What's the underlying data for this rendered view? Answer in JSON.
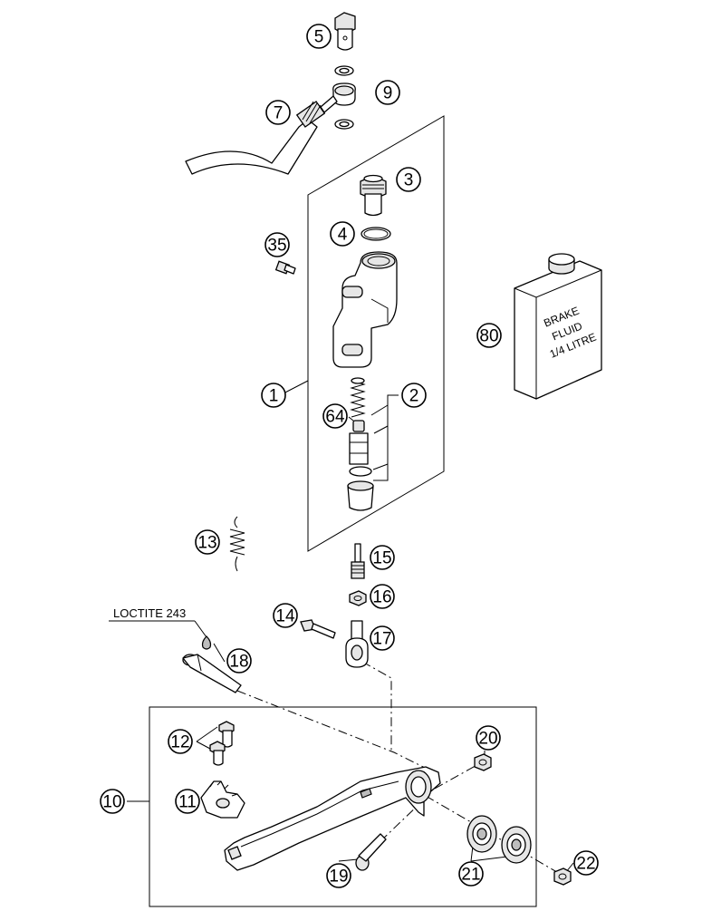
{
  "diagram": {
    "callouts": [
      {
        "id": "c5",
        "label": "5"
      },
      {
        "id": "c9",
        "label": "9"
      },
      {
        "id": "c7",
        "label": "7"
      },
      {
        "id": "c3",
        "label": "3"
      },
      {
        "id": "c4",
        "label": "4"
      },
      {
        "id": "c35",
        "label": "35"
      },
      {
        "id": "c80",
        "label": "80"
      },
      {
        "id": "c1",
        "label": "1"
      },
      {
        "id": "c2",
        "label": "2"
      },
      {
        "id": "c64",
        "label": "64"
      },
      {
        "id": "c13",
        "label": "13"
      },
      {
        "id": "c15",
        "label": "15"
      },
      {
        "id": "c16",
        "label": "16"
      },
      {
        "id": "c14",
        "label": "14"
      },
      {
        "id": "c17",
        "label": "17"
      },
      {
        "id": "c18",
        "label": "18"
      },
      {
        "id": "c12",
        "label": "12"
      },
      {
        "id": "c20",
        "label": "20"
      },
      {
        "id": "c10",
        "label": "10"
      },
      {
        "id": "c11",
        "label": "11"
      },
      {
        "id": "c19",
        "label": "19"
      },
      {
        "id": "c21",
        "label": "21"
      },
      {
        "id": "c22",
        "label": "22"
      }
    ],
    "loctite_label": "LOCTITE 243",
    "bottle": {
      "line1": "BRAKE",
      "line2": "FLUID",
      "line3": "1/4 LITRE"
    }
  }
}
